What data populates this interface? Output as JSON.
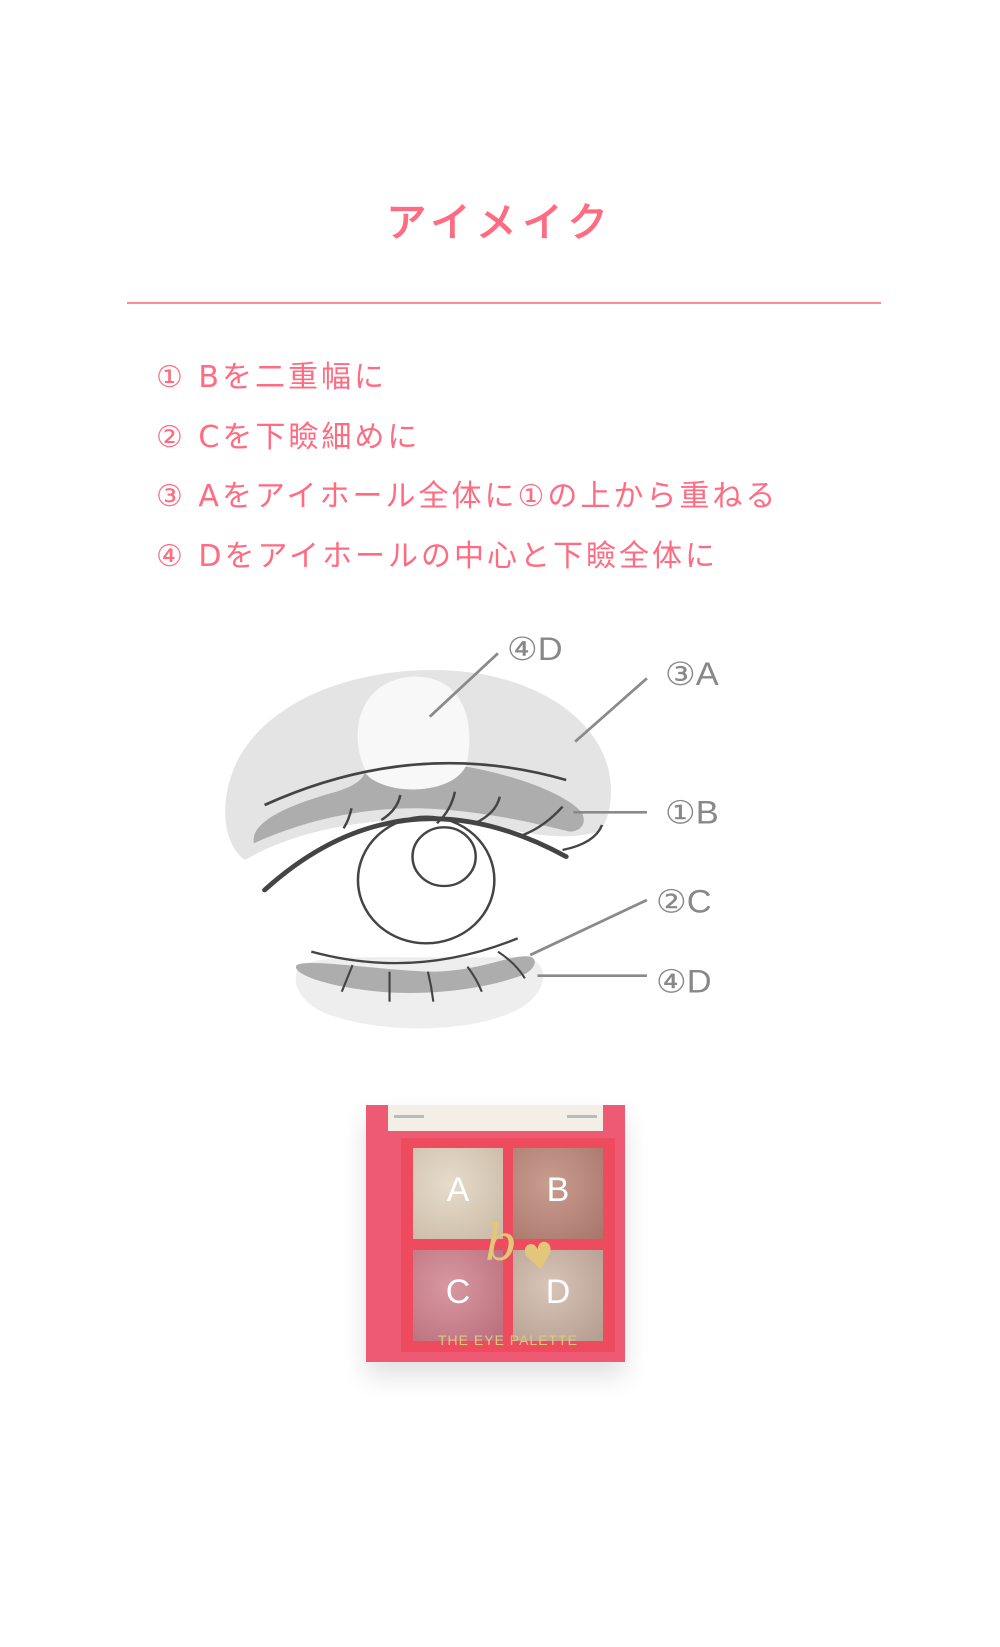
{
  "title": "アイメイク",
  "steps": [
    "① Bを二重幅に",
    "② Cを下瞼細めに",
    "③ Aをアイホール全体に①の上から重ねる",
    "④ Dをアイホールの中心と下瞼全体に"
  ],
  "diagram": {
    "labels": {
      "top_d": "④D",
      "a": "③A",
      "b": "①B",
      "c": "②C",
      "bottom_d": "④D"
    }
  },
  "palette": {
    "pans": [
      "A",
      "B",
      "C",
      "D"
    ],
    "brand": "b",
    "name": "THE EYE  PALETTE"
  },
  "colors": {
    "accent": "#ff6b81",
    "label": "#888888"
  }
}
